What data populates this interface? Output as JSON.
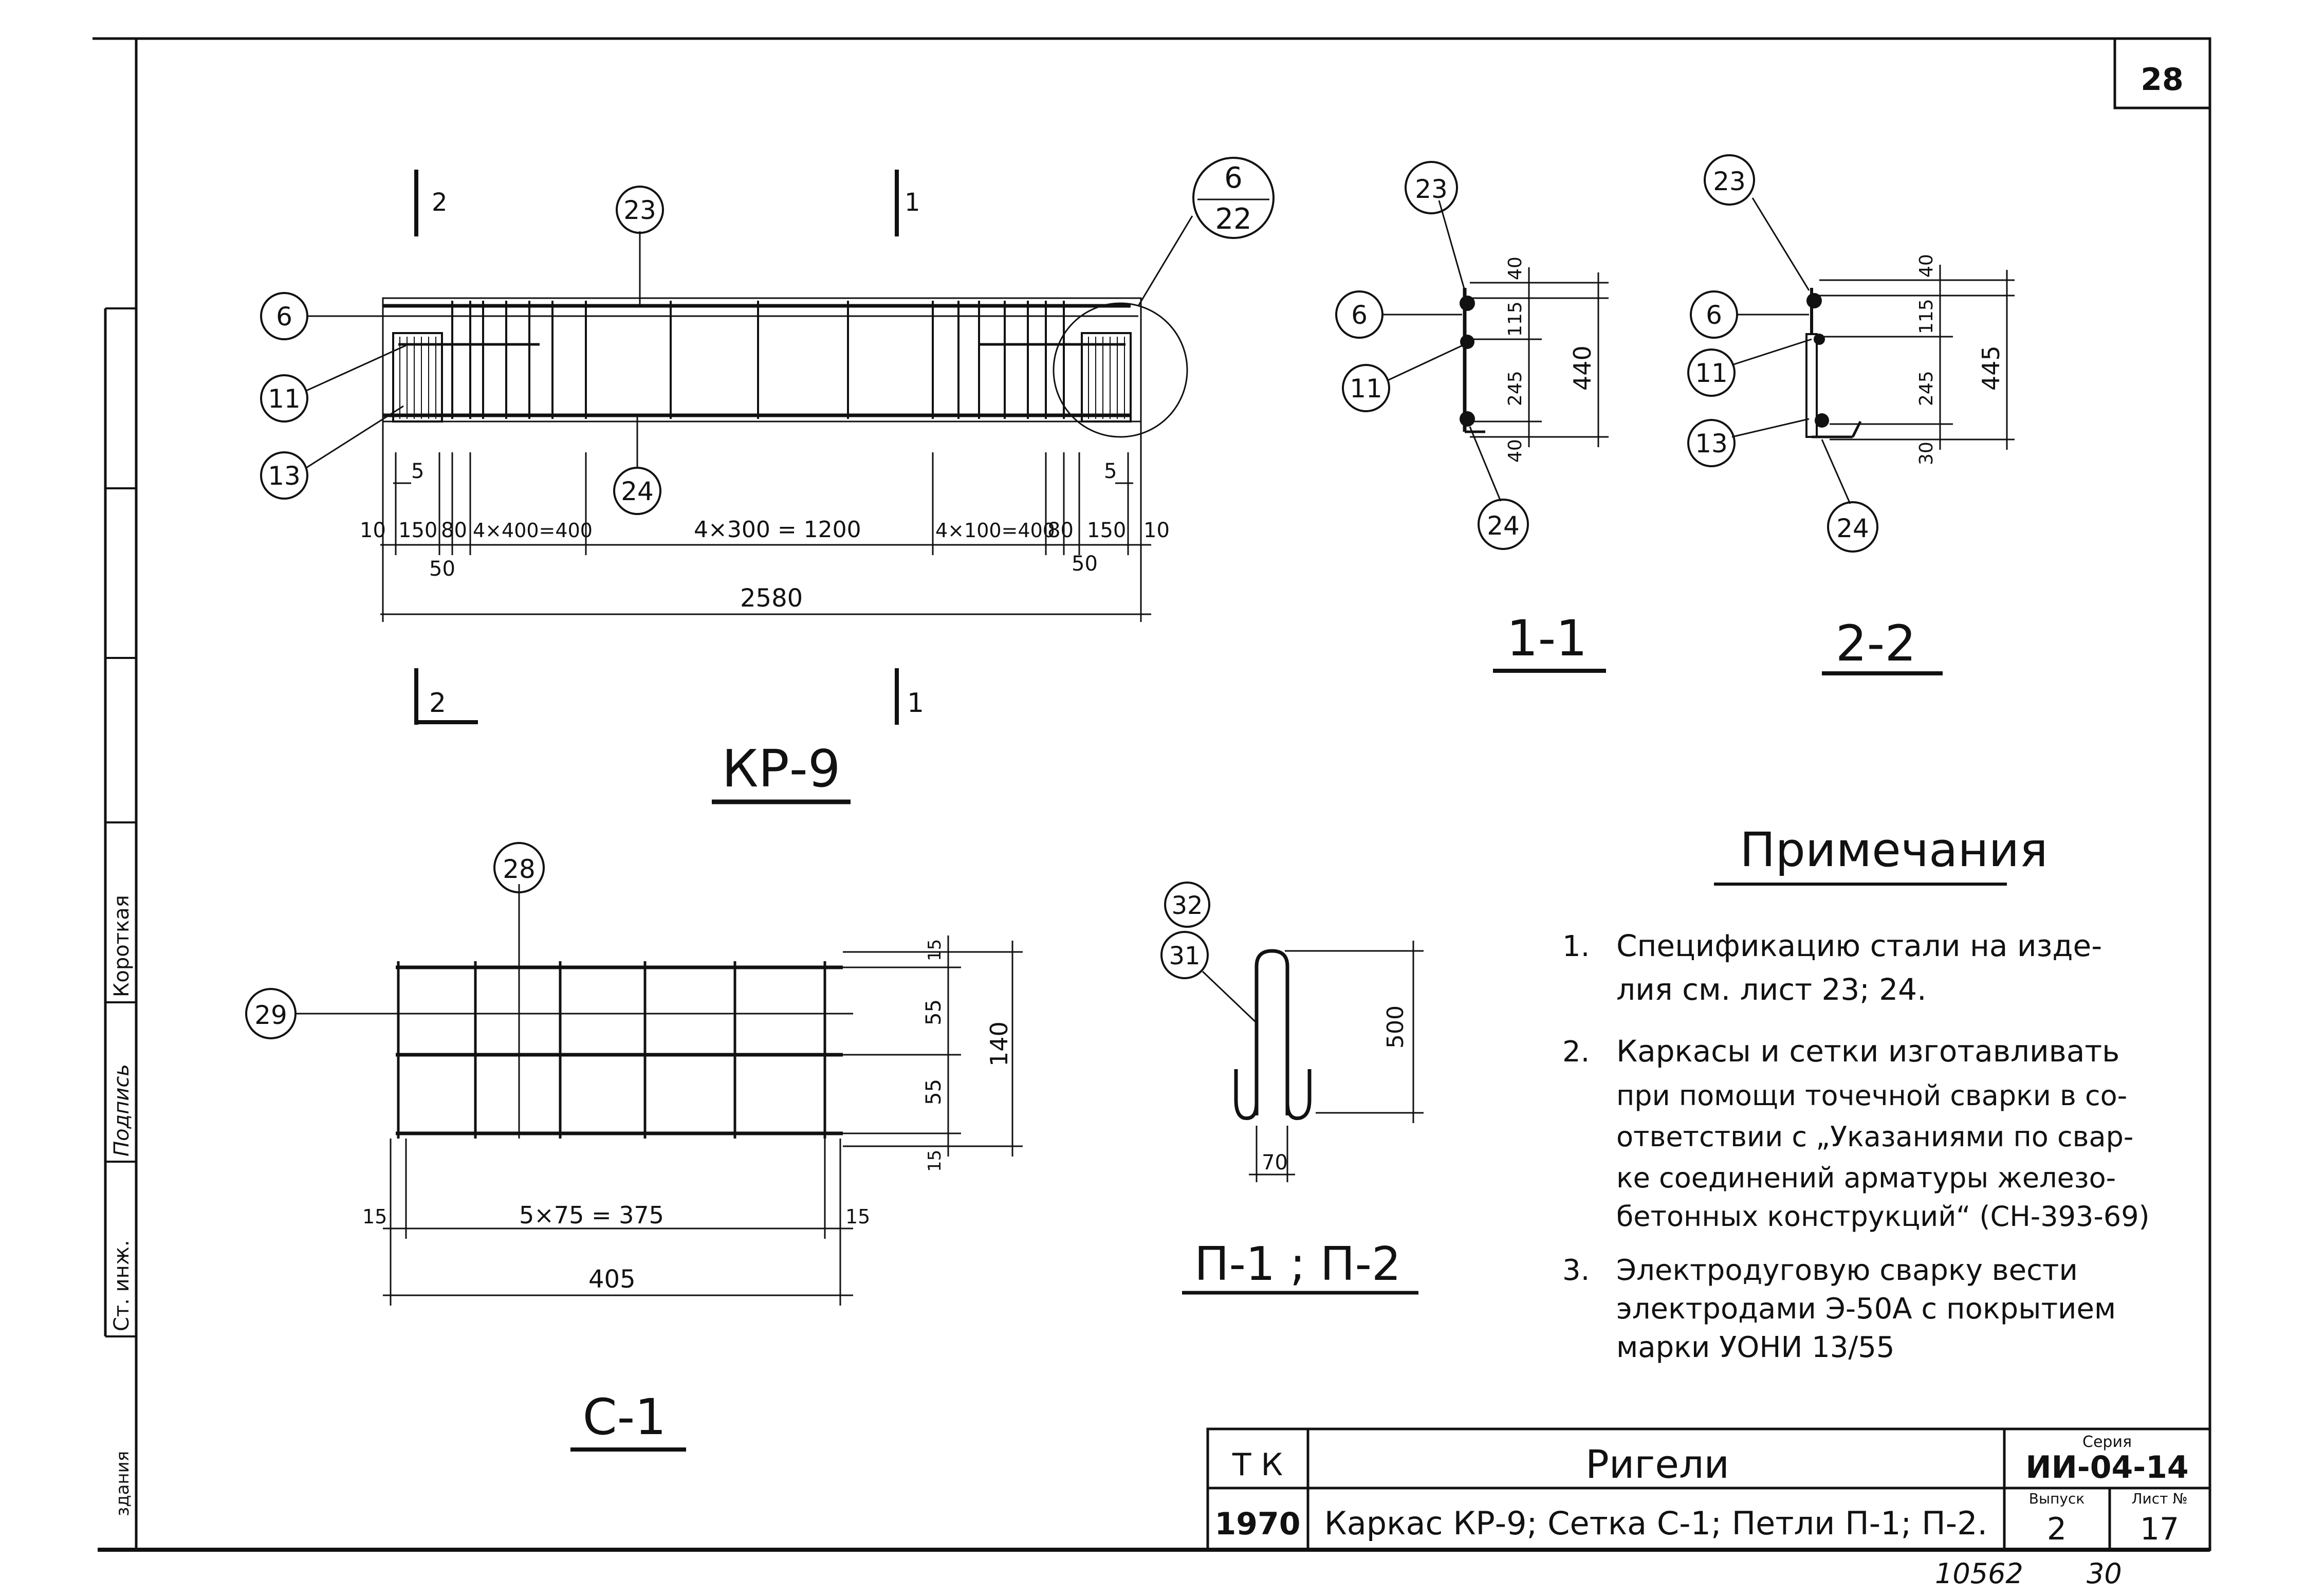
{
  "page": {
    "corner_number": "28"
  },
  "side_strip": {
    "labels": [
      "Короткая",
      "Подпись",
      "Ст. инж.",
      "здания"
    ]
  },
  "kr9": {
    "title": "КР-9",
    "section_marks": [
      "2",
      "1",
      "2",
      "1"
    ],
    "callouts": [
      "23",
      "6",
      "11",
      "13",
      "24"
    ],
    "detail_ref": {
      "top": "6",
      "bottom": "22"
    },
    "dims": {
      "small5_left": "5",
      "small5_right": "5",
      "d10_left": "10",
      "d150_left": "150",
      "d80_left": "80",
      "d4x400": "4×400=400",
      "d4x300": "4×300 = 1200",
      "d4x100": "4×100=400",
      "d80_right": "80",
      "d150_right": "150",
      "d10_right": "10",
      "d50_left": "50",
      "d50_right": "50",
      "total": "2580"
    }
  },
  "sec11": {
    "title": "1-1",
    "callouts": [
      "23",
      "6",
      "11",
      "24"
    ],
    "dims": {
      "top": "40",
      "mid1": "115",
      "mid2": "245",
      "bottom": "40",
      "total": "440"
    }
  },
  "sec22": {
    "title": "2-2",
    "callouts": [
      "23",
      "6",
      "11",
      "13",
      "24"
    ],
    "dims": {
      "top": "40",
      "mid1": "115",
      "mid2": "245",
      "bottom": "30",
      "total": "445"
    }
  },
  "c1": {
    "title": "С-1",
    "callouts": [
      "28",
      "29"
    ],
    "dims": {
      "right_top": "15",
      "right_55a": "55",
      "right_55b": "55",
      "right_bottom": "15",
      "total_height": "140",
      "left15": "15",
      "span": "5×75 = 375",
      "right15": "15",
      "total_width": "405"
    }
  },
  "p12": {
    "title": "П-1 ; П-2",
    "callouts": [
      "32",
      "31"
    ],
    "dims": {
      "height": "500",
      "width": "70"
    }
  },
  "notes": {
    "title": "Примечания",
    "items": [
      {
        "num": "1.",
        "lines": [
          "Спецификацию стали на изде-",
          "лия см. лист 23; 24."
        ]
      },
      {
        "num": "2.",
        "lines": [
          "Каркасы и сетки изготавливать",
          "при помощи точечной сварки в со-",
          "ответствии с „Указаниями по свар-",
          "ке соединений арматуры железо-",
          "бетонных конструкций“ (СН-393-69)"
        ]
      },
      {
        "num": "3.",
        "lines": [
          "Электродуговую сварку вести",
          "электродами Э-50А с покрытием",
          "марки УОНИ 13/55"
        ]
      }
    ]
  },
  "title_block": {
    "org": "Т К",
    "year": "1970",
    "title": "Ригели",
    "subtitle": "Каркас КР-9; Сетка С-1; Петли П-1; П-2.",
    "series_label": "Серия",
    "series": "ИИ-04-14",
    "issue_label": "Выпуск",
    "issue": "2",
    "sheet_label": "Лист №",
    "sheet": "17"
  },
  "stamps": {
    "inventory": "10562",
    "page": "30"
  }
}
